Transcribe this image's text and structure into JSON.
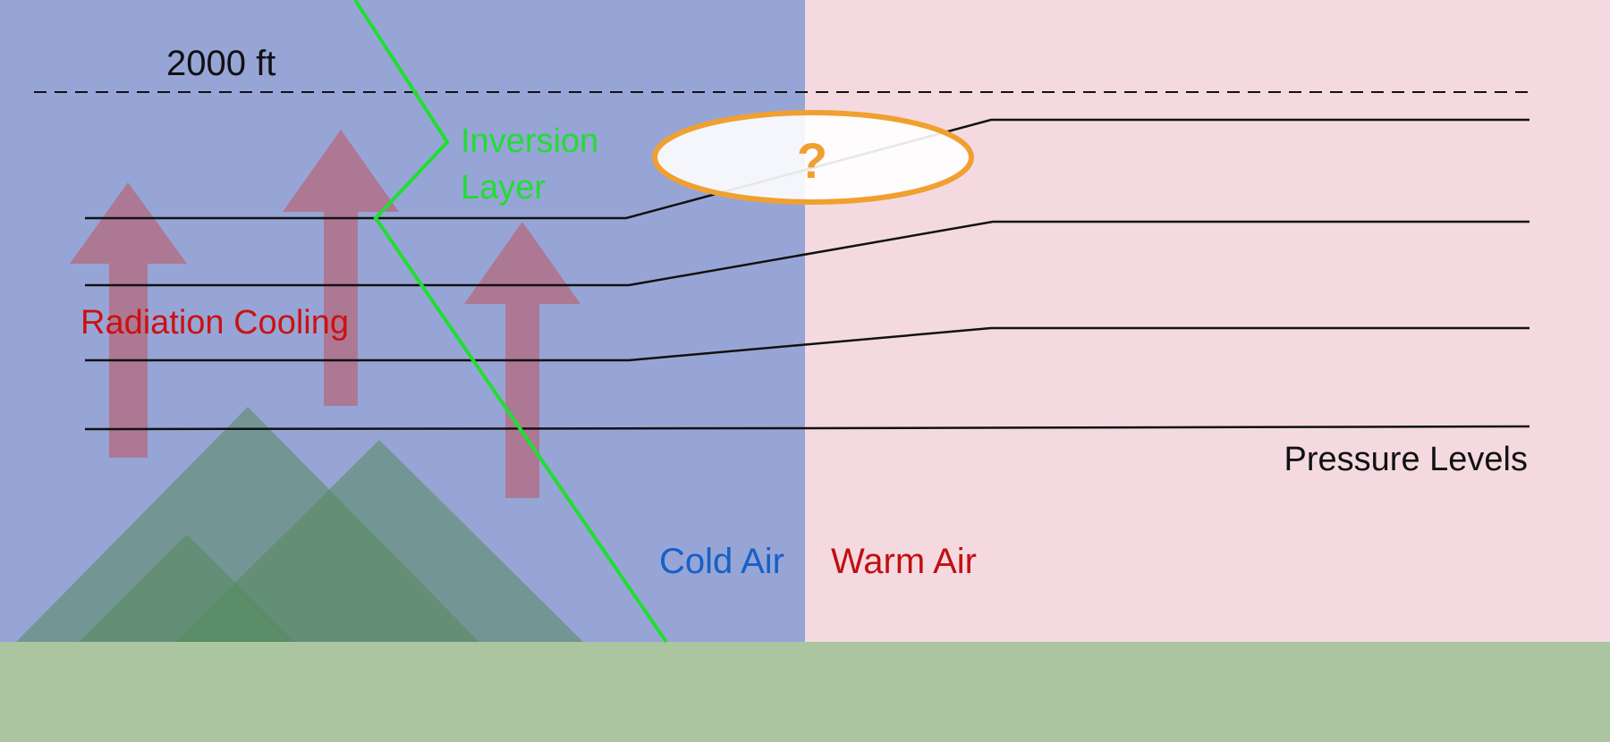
{
  "labels": {
    "altitude": "2000 ft",
    "inversion_line1": "Inversion",
    "inversion_line2": "Layer",
    "radiation_cooling": "Radiation Cooling",
    "pressure_levels": "Pressure Levels",
    "cold_air": "Cold Air",
    "warm_air": "Warm Air",
    "question_mark": "?"
  },
  "colors": {
    "cold_air_bg": "#97a5d6",
    "warm_air_bg": "#f4dae0",
    "ground": "#aac5a0",
    "inversion_line": "#22dd33",
    "inversion_text": "#22dd33",
    "radiation_arrow": "#b07088",
    "radiation_text": "#cc1111",
    "mountain": "#568a5e",
    "highlight_ellipse": "#f0a030",
    "question_mark": "#f0a030",
    "cold_air_text": "#1560c8",
    "warm_air_text": "#c01010",
    "pressure_text": "#111111",
    "pressure_lines": "#111111",
    "altitude_text": "#111111"
  },
  "icons": {
    "arrows": "upward-arrow",
    "mountains": "mountain-triangle"
  }
}
